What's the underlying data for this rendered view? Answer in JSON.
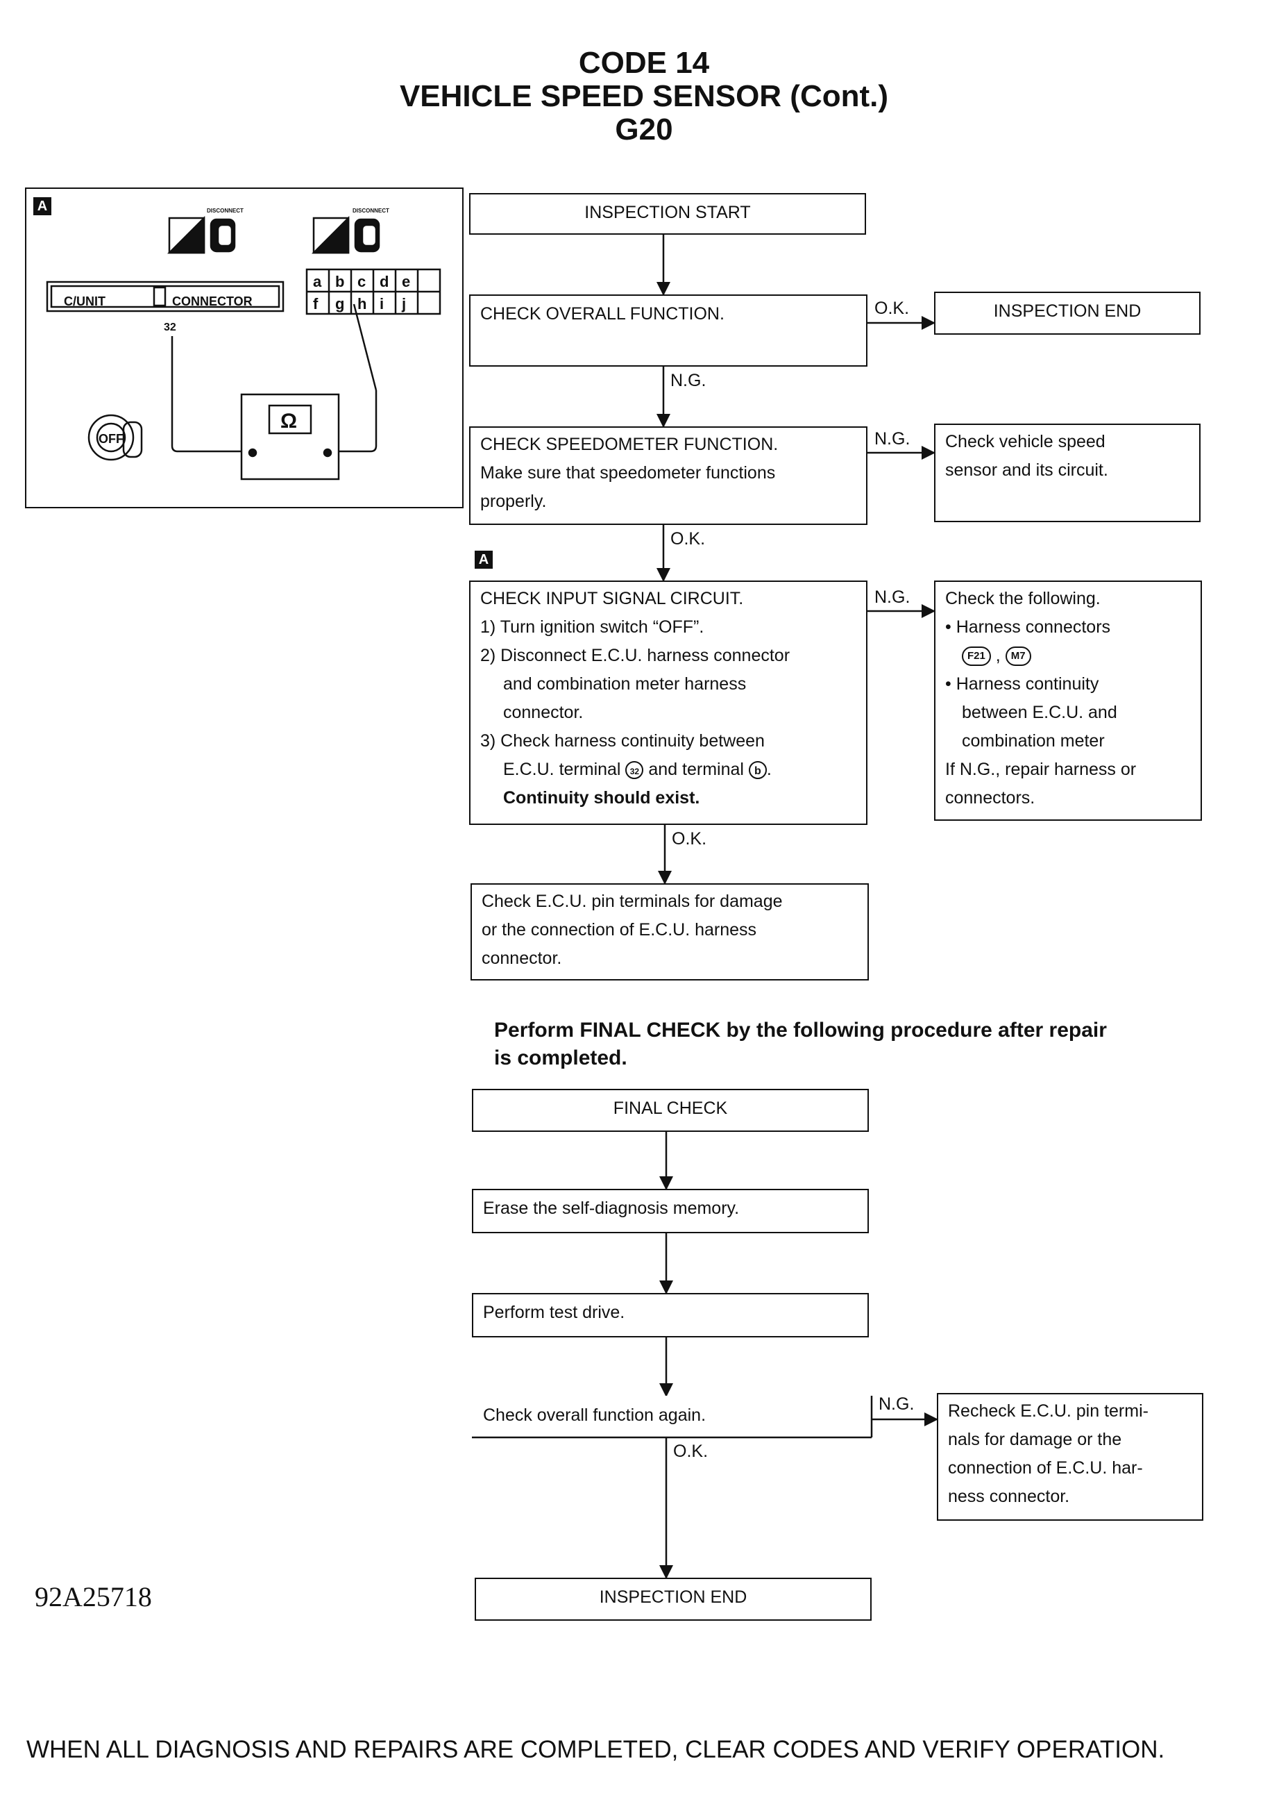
{
  "header": {
    "line1": "CODE 14",
    "line2": "VEHICLE SPEED SENSOR (Cont.)",
    "line3": "G20"
  },
  "diagram": {
    "tag": "A",
    "ecu_connector_label": "C/UNIT",
    "ecu_connector_label2": "CONNECTOR",
    "terminal_number": "32",
    "ohm_symbol": "Ω",
    "key_label": "OFF",
    "disconnect_label": "DISCONNECT",
    "meter_terminals_top": [
      "a",
      "b",
      "c",
      "d",
      "e"
    ],
    "meter_terminals_bottom": [
      "f",
      "g",
      "h",
      "i",
      "j"
    ]
  },
  "flow": {
    "start": "INSPECTION START",
    "check_overall": "CHECK OVERALL FUNCTION.",
    "ok1": "O.K.",
    "end1": "INSPECTION END",
    "ng1": "N.G.",
    "speedo_lines": [
      "CHECK SPEEDOMETER FUNCTION.",
      "Make sure that speedometer functions",
      "properly."
    ],
    "ng2": "N.G.",
    "vss_lines": [
      "Check vehicle speed",
      "sensor and its circuit."
    ],
    "ok2": "O.K.",
    "step_tag": "A",
    "input_lines": [
      "CHECK INPUT SIGNAL CIRCUIT.",
      "1) Turn ignition switch “OFF”.",
      "2) Disconnect E.C.U. harness connector",
      "and combination meter harness",
      "connector.",
      "3) Check harness continuity between",
      "E.C.U. terminal",
      "and terminal",
      "Continuity should exist."
    ],
    "terminal_32": "32",
    "terminal_b": "b",
    "ng3": "N.G.",
    "following_lines": [
      "Check the following.",
      "• Harness connectors",
      "• Harness continuity",
      "between E.C.U. and",
      "combination meter",
      "If N.G., repair harness or",
      "connectors."
    ],
    "connector_f": "F21",
    "connector_m": "M7",
    "ok3": "O.K.",
    "ecu_pin_lines": [
      "Check E.C.U. pin terminals for damage",
      "or the connection of E.C.U. harness",
      "connector."
    ]
  },
  "final": {
    "note_line1": "Perform FINAL CHECK by the following procedure after repair",
    "note_line2": "is completed.",
    "final_check": "FINAL CHECK",
    "erase": "Erase the self-diagnosis memory.",
    "test_drive": "Perform test drive.",
    "check_again": "Check overall function again.",
    "ng": "N.G.",
    "ok": "O.K.",
    "recheck_lines": [
      "Recheck E.C.U. pin termi-",
      "nals for damage or the",
      "connection of E.C.U. har-",
      "ness connector."
    ],
    "end": "INSPECTION END"
  },
  "figure_code": "92A25718",
  "footer": "WHEN ALL DIAGNOSIS AND REPAIRS ARE COMPLETED, CLEAR CODES AND VERIFY OPERATION."
}
